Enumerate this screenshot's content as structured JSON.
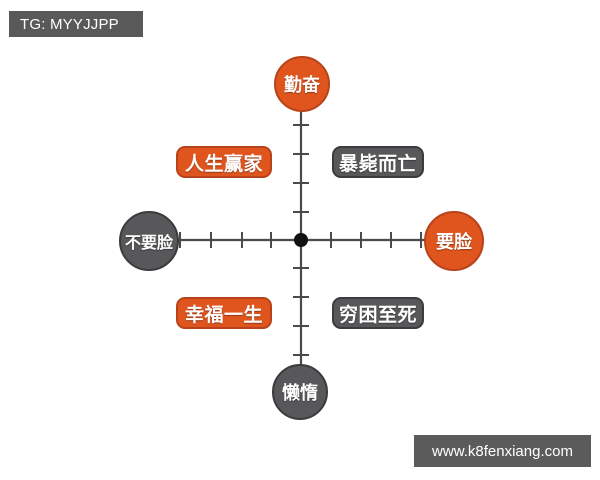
{
  "badge": {
    "text": "TG: MYYJJPP",
    "bg_color": "#595959",
    "text_color": "#ffffff"
  },
  "watermark": {
    "text": "www.k8fenxiang.com",
    "bg_color": "#5b5b5b",
    "text_color": "#ffffff"
  },
  "colors": {
    "orange": "#e0551e",
    "orange_border": "#b8431a",
    "gray": "#58585a",
    "gray_border": "#3c3c3e",
    "axis": "#4a4a4a",
    "background": "#ffffff"
  },
  "chart_data": {
    "type": "scatter",
    "title": "",
    "subtitle": "",
    "xlabel": "",
    "ylabel": "",
    "grid": false,
    "legend_position": "none",
    "axes": {
      "x": {
        "negative_end_label": "不要脸",
        "positive_end_label": "要脸",
        "ticks_per_side": 4,
        "tick_labels": []
      },
      "y": {
        "positive_end_label": "勤奋",
        "negative_end_label": "懒惰",
        "ticks_per_side": 4,
        "tick_labels": []
      }
    },
    "origin_marker": "filled-dot",
    "axis_endpoints": [
      {
        "id": "y-positive",
        "label": "勤奋",
        "position": "top",
        "shape": "circle",
        "color": "#e0551e"
      },
      {
        "id": "y-negative",
        "label": "懒惰",
        "position": "bottom",
        "shape": "circle",
        "color": "#58585a"
      },
      {
        "id": "x-negative",
        "label": "不要脸",
        "position": "left",
        "shape": "circle",
        "color": "#58585a"
      },
      {
        "id": "x-positive",
        "label": "要脸",
        "position": "right",
        "shape": "circle",
        "color": "#e0551e"
      }
    ],
    "quadrants": [
      {
        "id": "q2",
        "label": "人生赢家",
        "x_sign": "negative",
        "y_sign": "positive",
        "color": "#e0551e"
      },
      {
        "id": "q1",
        "label": "暴毙而亡",
        "x_sign": "positive",
        "y_sign": "positive",
        "color": "#58585a"
      },
      {
        "id": "q3",
        "label": "幸福一生",
        "x_sign": "negative",
        "y_sign": "negative",
        "color": "#e0551e"
      },
      {
        "id": "q4",
        "label": "穷困至死",
        "x_sign": "positive",
        "y_sign": "negative",
        "color": "#58585a"
      }
    ]
  }
}
